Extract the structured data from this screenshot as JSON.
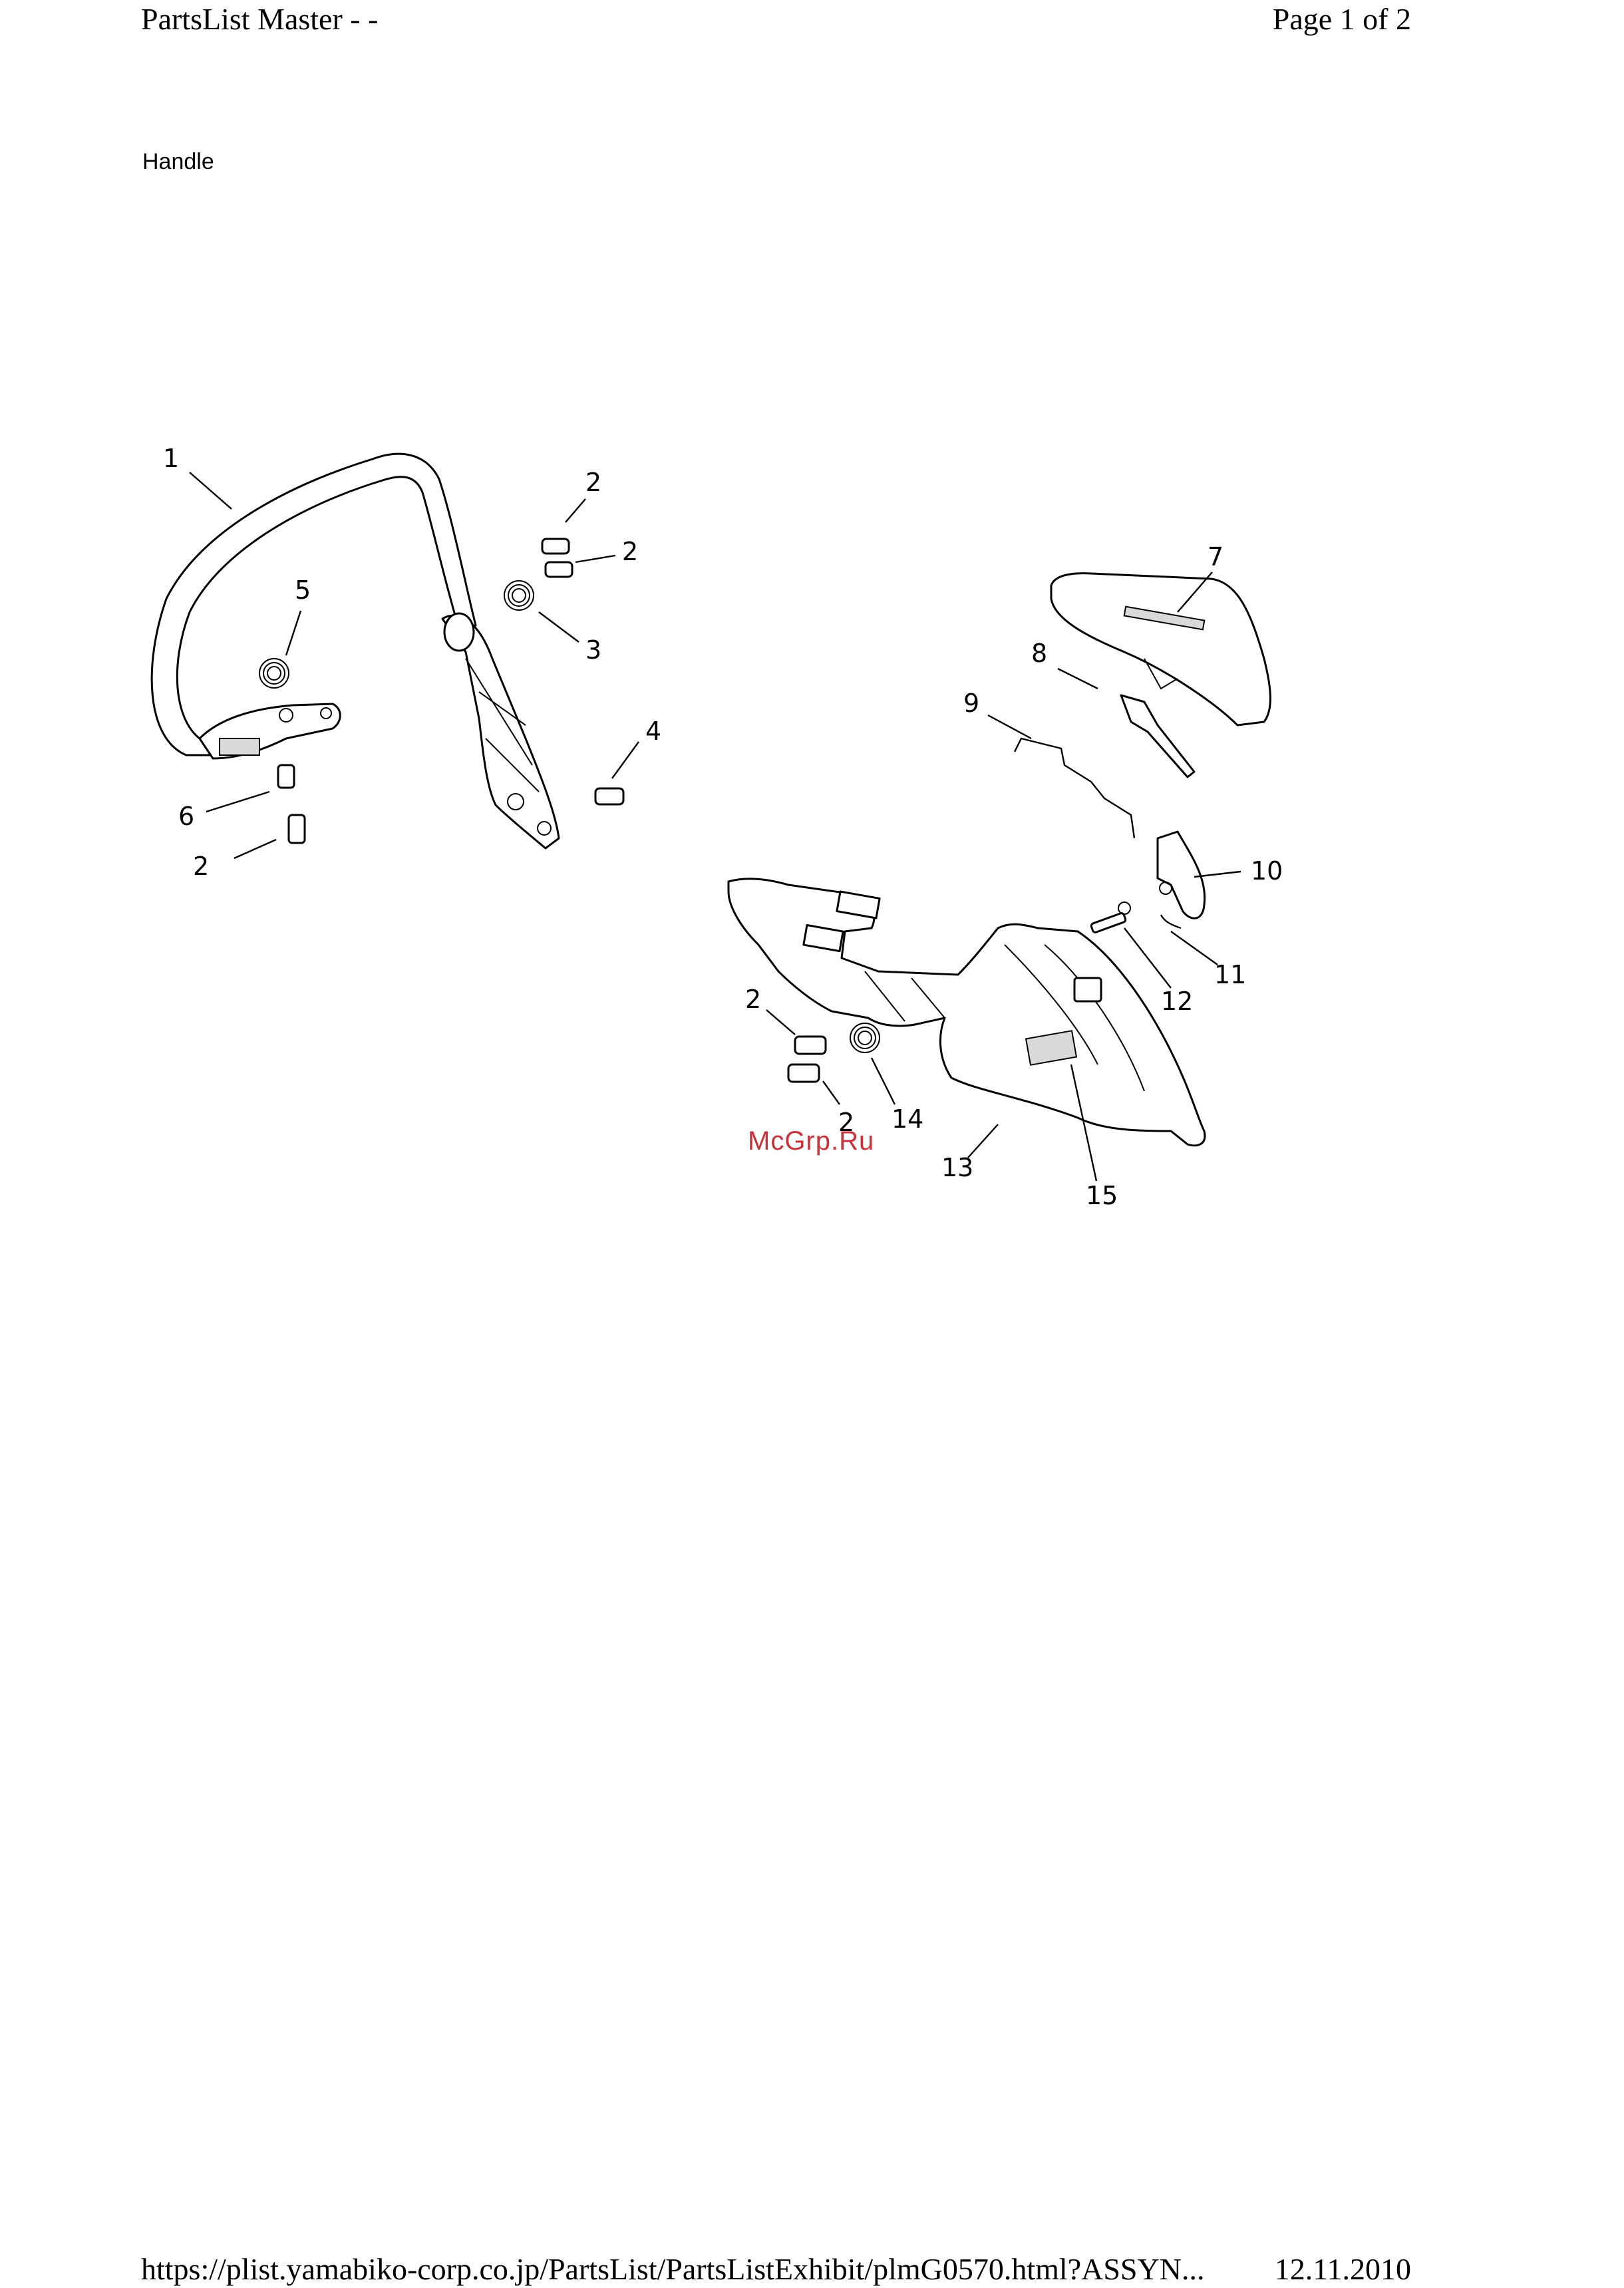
{
  "header": {
    "title": "PartsList Master - -",
    "page": "Page 1 of 2"
  },
  "section_title": "Handle",
  "watermark": "McGrp.Ru",
  "diagram": {
    "callouts": [
      "1",
      "2",
      "2",
      "5",
      "3",
      "4",
      "6",
      "2",
      "7",
      "8",
      "9",
      "10",
      "11",
      "12",
      "2",
      "14",
      "2",
      "13",
      "15"
    ]
  },
  "footer": {
    "url": "https://plist.yamabiko-corp.co.jp/PartsList/PartsListExhibit/plmG0570.html?ASSYN...",
    "date": "12.11.2010"
  }
}
